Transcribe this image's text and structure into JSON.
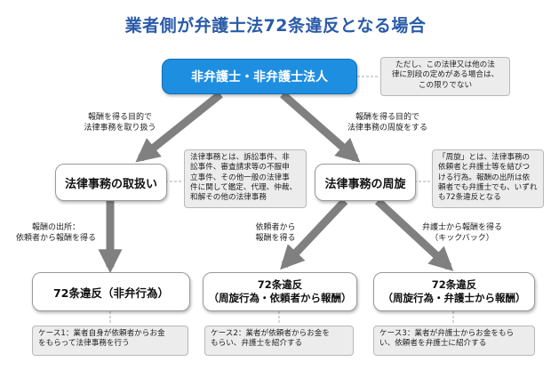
{
  "title": "業者側が弁護士法72条違反となる場合",
  "nodes": {
    "top": "非弁護士・非弁護士法人",
    "handling": "法律事務の取扱い",
    "mediation": "法律事務の周旋",
    "result1": [
      "72条違反（非弁行為）"
    ],
    "result2": [
      "72条違反",
      "（周旋行為・依頼者から報酬）"
    ],
    "result3": [
      "72条違反",
      "（周旋行為・弁護士から報酬）"
    ]
  },
  "notes": {
    "proviso": [
      "ただし、この法律又は他の法",
      "律に別段の定めがある場合は、",
      "この限りでない"
    ],
    "legal_affairs": [
      "法律事務とは、訴訟事件、非",
      "訟事件、審査請求等の不服申",
      "立事件、その他一般の法律事",
      "件に関して鑑定、代理、仲裁、",
      "和解その他の法律事務"
    ],
    "mediation_def": [
      "「周旋」とは、法律事務の",
      "依頼者と弁護士等を結びつ",
      "ける行為。報酬の出所は依",
      "頼者でも弁護士でも、いずれ",
      "も72条違反となる"
    ],
    "case1": [
      "ケース1：業者自身が依頼者からお金",
      "をもらって法律事務を行う"
    ],
    "case2": [
      "ケース2：業者が依頼者からお金を",
      "もらい、弁護士を紹介する"
    ],
    "case3": [
      "ケース3：業者が弁護士からお金をもら",
      "い、依頼者を弁護士に紹介する"
    ]
  },
  "labels": {
    "left_purpose": [
      "報酬を得る目的で",
      "法律事務を取り扱う"
    ],
    "right_purpose": [
      "報酬を得る目的で",
      "法律事務の周旋をする"
    ],
    "fee_source": [
      "報酬の出所：",
      "依頼者から報酬を得る"
    ],
    "from_client": [
      "依頼者から",
      "報酬を得る"
    ],
    "from_lawyer": [
      "弁護士から報酬を得る",
      "（キックバック）"
    ]
  }
}
